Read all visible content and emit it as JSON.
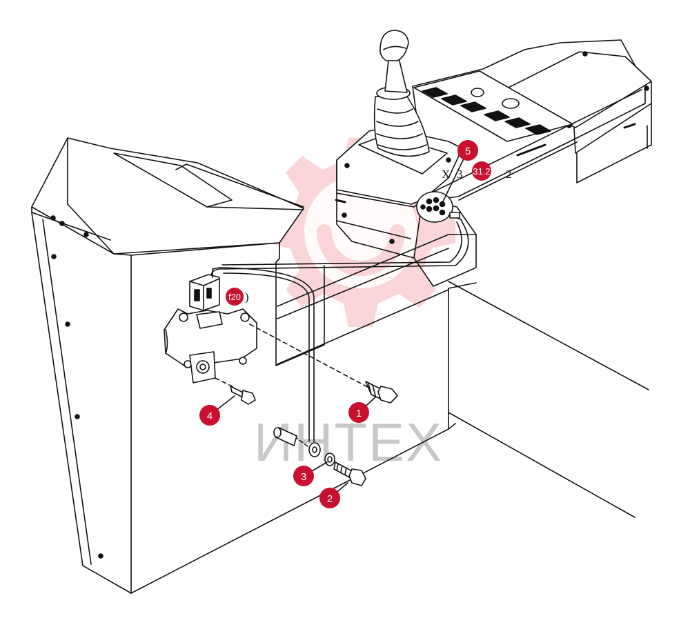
{
  "callouts": [
    {
      "id": "callout-1",
      "label": "1"
    },
    {
      "id": "callout-2",
      "label": "2"
    },
    {
      "id": "callout-3",
      "label": "3"
    },
    {
      "id": "callout-4",
      "label": "4"
    },
    {
      "id": "callout-5",
      "label": "5"
    }
  ],
  "tags": {
    "connector_x": "X",
    "connector_3": "3",
    "connector_code": "31.2",
    "connector_2": "2",
    "fuse_code": "f20",
    "fuse_paren": ")"
  },
  "watermark": {
    "text": "ИНТЕХ"
  },
  "colors": {
    "callout_fill": "#c8102e",
    "line": "#111111",
    "watermark_logo": "#e9434d"
  }
}
